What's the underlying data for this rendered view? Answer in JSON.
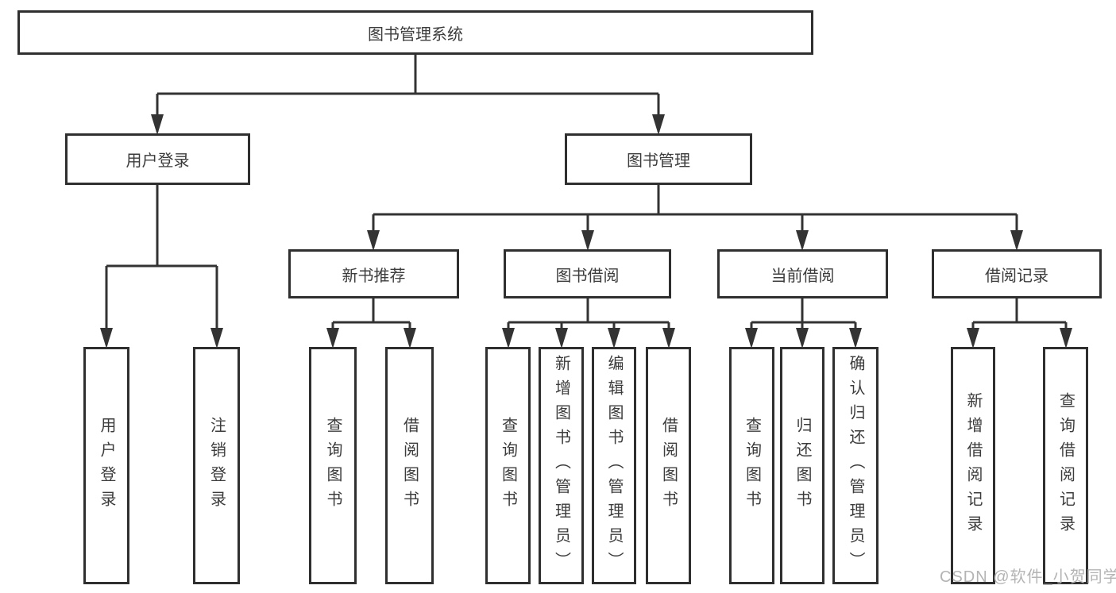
{
  "diagram": {
    "title": "图书管理系统",
    "root": "图书管理系统",
    "level2": [
      "用户登录",
      "图书管理"
    ],
    "level3": [
      "新书推荐",
      "图书借阅",
      "当前借阅",
      "借阅记录"
    ],
    "leaves": [
      "用户登录",
      "注销登录",
      "查询图书",
      "借阅图书",
      "查询图书",
      "新增图书（管理员）",
      "编辑图书（管理员）",
      "借阅图书",
      "查询图书",
      "归还图书",
      "确认归还（管理员）",
      "新增借阅记录",
      "查询借阅记录"
    ]
  },
  "watermark": "CSDN @软件_小贺同学",
  "colors": {
    "line": "#333333",
    "box_border": "#2f2f2f",
    "text": "#3c3c3c",
    "watermark": "#b4b4b4",
    "background": "#ffffff"
  }
}
